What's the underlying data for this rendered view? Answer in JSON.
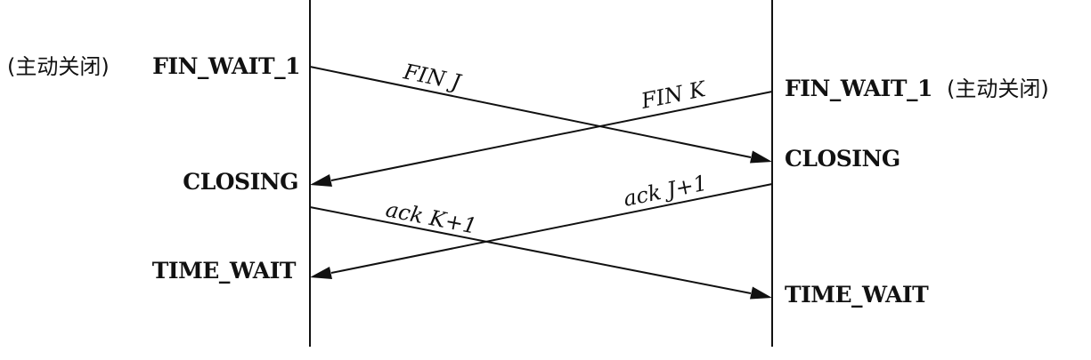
{
  "left": {
    "note": "(主动关闭)",
    "states": {
      "fin_wait_1": "FIN_WAIT_1",
      "closing": "CLOSING",
      "time_wait": "TIME_WAIT"
    }
  },
  "right": {
    "note": "(主动关闭)",
    "states": {
      "fin_wait_1": "FIN_WAIT_1",
      "closing": "CLOSING",
      "time_wait": "TIME_WAIT"
    }
  },
  "messages": {
    "fin_j": "FIN J",
    "fin_k": "FIN K",
    "ack_k1": "ack K+1",
    "ack_j1": "ack J+1"
  }
}
